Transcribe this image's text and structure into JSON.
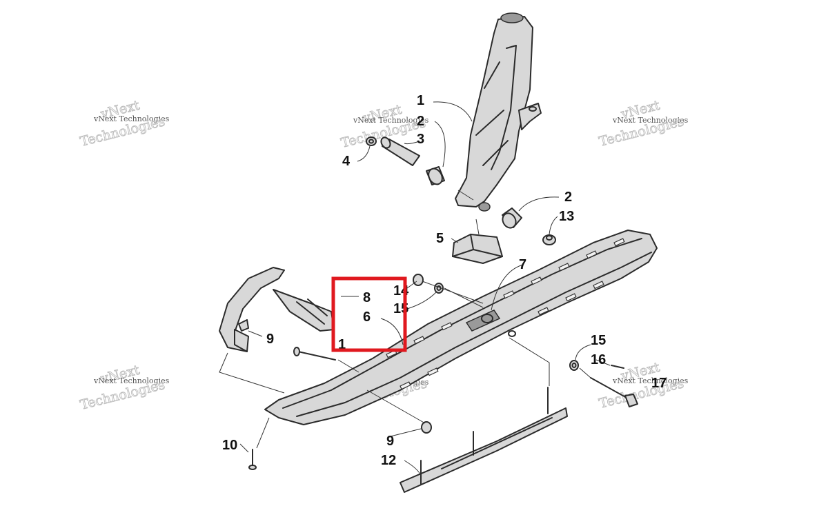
{
  "diagram": {
    "callouts": [
      "1",
      "2",
      "3",
      "4",
      "2",
      "13",
      "5",
      "7",
      "14",
      "15",
      "8",
      "6",
      "1",
      "9",
      "15",
      "16",
      "17",
      "10",
      "9",
      "12"
    ],
    "watermark": {
      "line1": "vNext",
      "line2": "Technologies",
      "inline": "vNext Technologies"
    },
    "highlight_color": "#e0191f"
  }
}
